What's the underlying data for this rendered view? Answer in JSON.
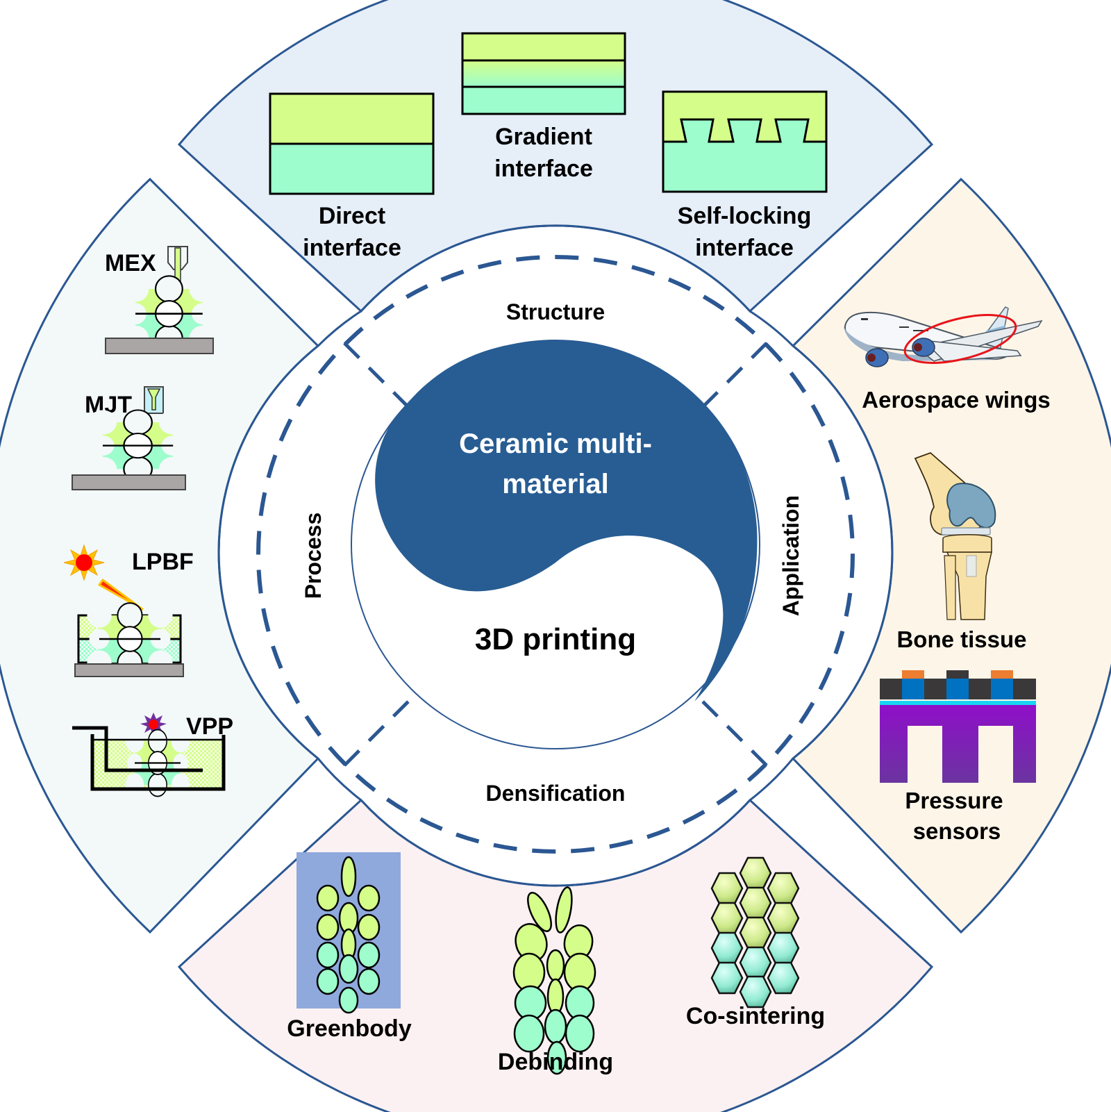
{
  "center": {
    "title_line1": "Ceramic multi-",
    "title_line2": "material",
    "subtitle": "3D printing"
  },
  "ring_labels": {
    "top": "Structure",
    "left": "Process",
    "right": "Application",
    "bottom": "Densification"
  },
  "structure": {
    "items": [
      {
        "line1": "Direct",
        "line2": "interface",
        "icon": "direct-interface-icon"
      },
      {
        "line1": "Gradient",
        "line2": "interface",
        "icon": "gradient-interface-icon"
      },
      {
        "line1": "Self-locking",
        "line2": "interface",
        "icon": "self-locking-interface-icon"
      }
    ]
  },
  "process": {
    "items": [
      {
        "label": "MEX",
        "icon": "material-extrusion-icon"
      },
      {
        "label": "MJT",
        "icon": "material-jetting-icon"
      },
      {
        "label": "LPBF",
        "icon": "laser-powder-bed-fusion-icon"
      },
      {
        "label": "VPP",
        "icon": "vat-photopolymerization-icon"
      }
    ]
  },
  "application": {
    "items": [
      {
        "label": "Aerospace wings",
        "icon": "airplane-icon"
      },
      {
        "label": "Bone tissue",
        "icon": "knee-joint-icon"
      },
      {
        "line1": "Pressure",
        "line2": "sensors",
        "icon": "pressure-sensor-icon"
      }
    ]
  },
  "densification": {
    "items": [
      {
        "label": "Greenbody",
        "icon": "greenbody-particles-icon"
      },
      {
        "label": "Debinding",
        "icon": "debinding-particles-icon"
      },
      {
        "label": "Co-sintering",
        "icon": "co-sintered-hexagons-icon"
      }
    ]
  },
  "colors": {
    "outline_blue": "#2b5792",
    "yin_blue": "#275d93",
    "structure_bg": "#e6eef8",
    "process_bg": "#f2f9f8",
    "application_bg": "#fdf5e8",
    "densification_bg": "#fcf1f2",
    "material_a": "#d4fd8a",
    "material_b": "#9dfdcc",
    "greenbody_bg": "#8fa9dc"
  }
}
